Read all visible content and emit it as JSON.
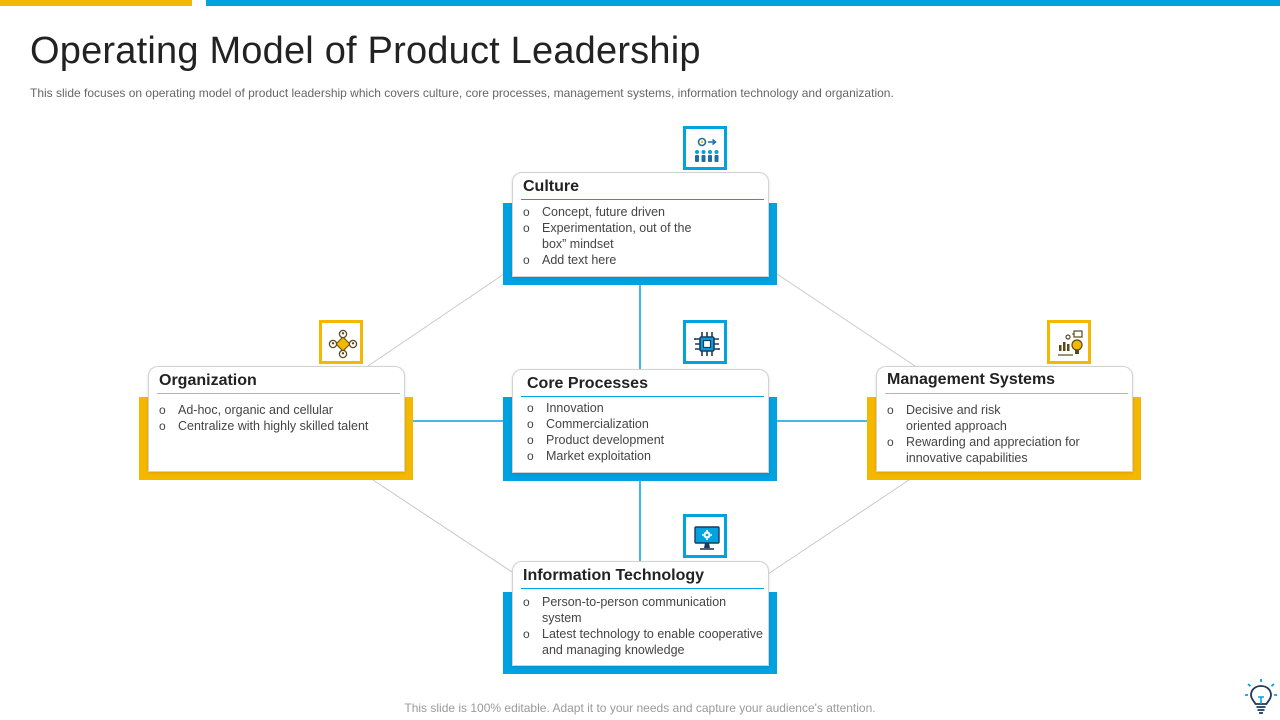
{
  "title": "Operating Model of Product Leadership",
  "subtitle": "This slide focuses on operating model of product leadership which covers culture, core processes, management systems, information technology and organization.",
  "footer": "This slide is 100% editable. Adapt it to your needs and capture your audience's attention.",
  "colors": {
    "blue": "#00a3e0",
    "yellow": "#f5b800"
  },
  "boxes": {
    "culture": {
      "title": "Culture",
      "icon": "team-gears-icon",
      "items": [
        "Concept, future driven",
        "Experimentation, out of the box” mindset",
        "Add text here"
      ]
    },
    "core": {
      "title": "Core Processes",
      "icon": "cpu-chip-icon",
      "items": [
        "Innovation",
        "Commercialization",
        "Product development",
        "Market exploitation"
      ]
    },
    "org": {
      "title": "Organization",
      "icon": "network-people-icon",
      "items": [
        "Ad-hoc, organic and cellular",
        "Centralize with highly skilled talent"
      ]
    },
    "mgmt": {
      "title": "Management Systems",
      "icon": "chart-bulb-icon",
      "items": [
        "Decisive and risk oriented approach",
        "Rewarding and appreciation for innovative capabilities"
      ]
    },
    "it": {
      "title": "Information Technology",
      "icon": "monitor-gear-icon",
      "items": [
        "Person-to-person communication system",
        "Latest technology to enable cooperative and managing knowledge"
      ]
    }
  }
}
